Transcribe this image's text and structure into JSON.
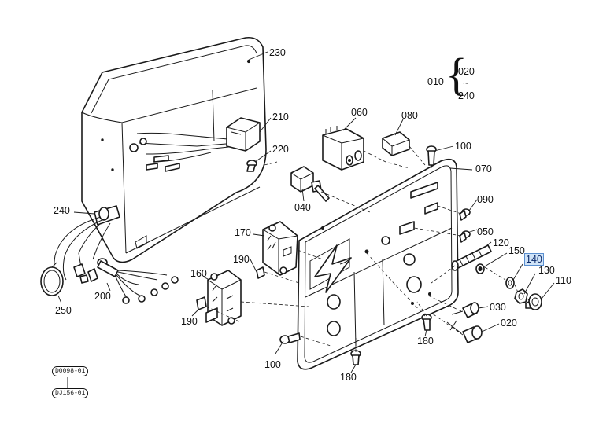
{
  "labels": {
    "p230": "230",
    "p210": "210",
    "p220": "220",
    "p060": "060",
    "p080": "080",
    "p100a": "100",
    "p070": "070",
    "p040": "040",
    "p090": "090",
    "p240": "240",
    "p170": "170",
    "p050": "050",
    "p120": "120",
    "p150": "150",
    "p140": "140",
    "p190a": "190",
    "p160": "160",
    "p130": "130",
    "p110": "110",
    "p200": "200",
    "p250": "250",
    "p030": "030",
    "p020": "020",
    "p190b": "190",
    "p180a": "180",
    "p100b": "100",
    "p180b": "180"
  },
  "range": {
    "from": "020",
    "start": "010",
    "tilde": "~",
    "to": "240"
  },
  "codes": {
    "top": "D0098-01",
    "bottom": "DJ156-01"
  },
  "highlight_color": "#cfe3f7"
}
